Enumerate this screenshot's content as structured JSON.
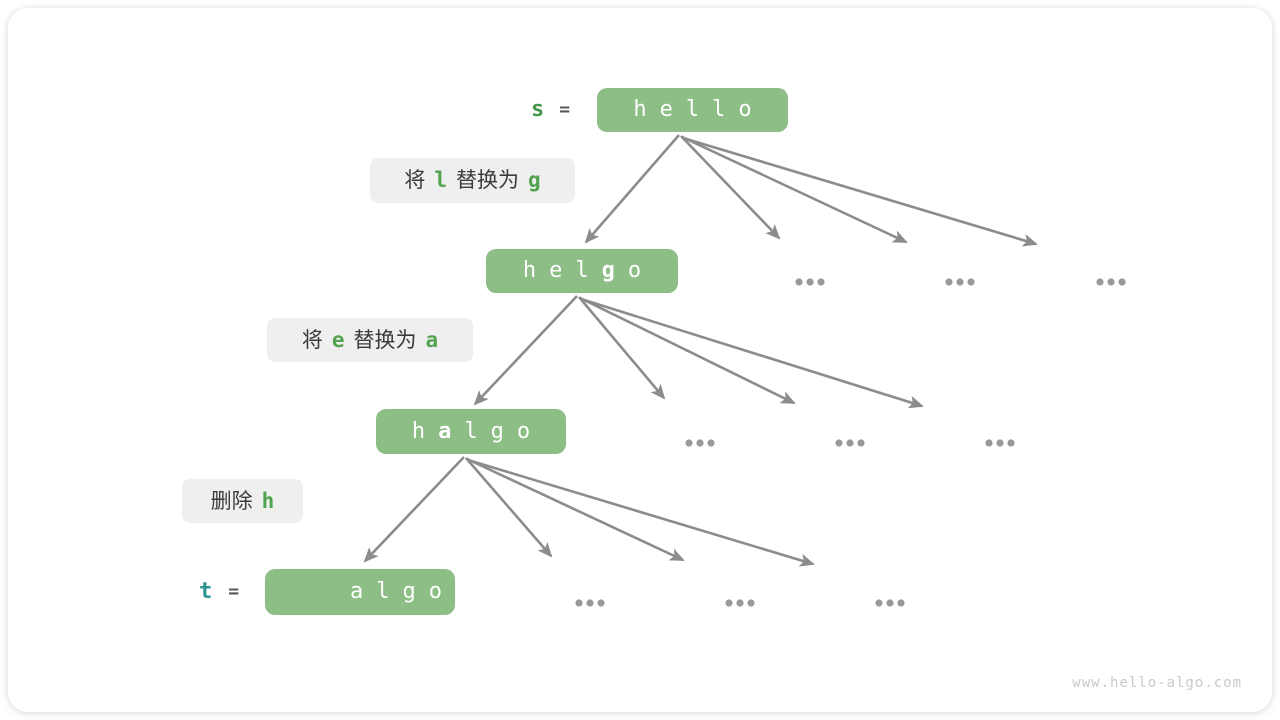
{
  "palette": {
    "node_green": "#8CBE85",
    "code_green": "#52A34F",
    "var_s_green": "#44984A",
    "var_t_teal": "#2E9393",
    "equals_gray": "#595959",
    "arrow_gray": "#8C8C8C",
    "dot_gray": "#999999",
    "label_bg": "#EFEFEF",
    "label_text": "#3B3B3B",
    "watermark_gray": "#C9C9C9"
  },
  "tree": {
    "nodes": [
      {
        "id": "hello",
        "var": "s",
        "equals": "=",
        "chars": [
          "h",
          "e",
          "l",
          "l",
          "o"
        ],
        "bold_index": -1
      },
      {
        "id": "helgo",
        "chars": [
          "h",
          "e",
          "l",
          "g",
          "o"
        ],
        "bold_index": 3
      },
      {
        "id": "halgo",
        "chars": [
          "h",
          "a",
          "l",
          "g",
          "o"
        ],
        "bold_index": 1
      },
      {
        "id": "algo",
        "var": "t",
        "equals": "=",
        "chars": [
          "a",
          "l",
          "g",
          "o"
        ],
        "bold_index": -1
      }
    ],
    "operations": [
      {
        "segments": [
          {
            "text": "将",
            "code": false
          },
          {
            "text": "l",
            "code": true
          },
          {
            "text": "替换为",
            "code": false
          },
          {
            "text": "g",
            "code": true
          }
        ]
      },
      {
        "segments": [
          {
            "text": "将",
            "code": false
          },
          {
            "text": "e",
            "code": true
          },
          {
            "text": "替换为",
            "code": false
          },
          {
            "text": "a",
            "code": true
          }
        ]
      },
      {
        "segments": [
          {
            "text": "删除",
            "code": false
          },
          {
            "text": "h",
            "code": true
          }
        ]
      }
    ],
    "ellipsis_symbol": "•••",
    "ellipsis_groups_per_level": [
      3,
      3,
      3
    ]
  },
  "footer": {
    "watermark": "www.hello-algo.com"
  }
}
